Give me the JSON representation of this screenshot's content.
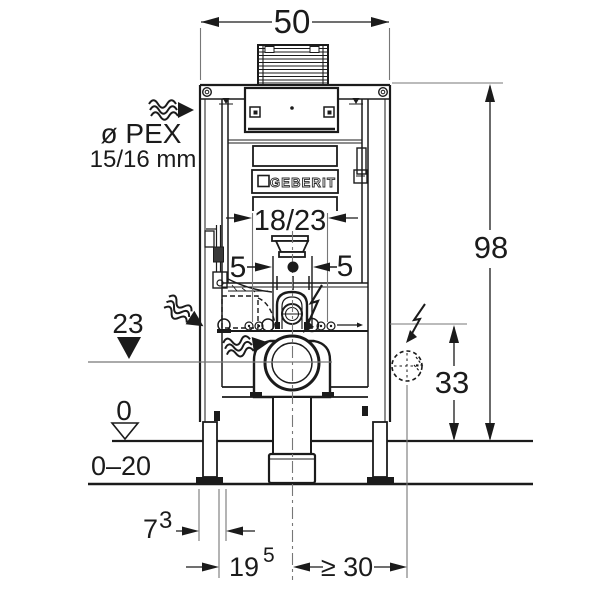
{
  "drawing": {
    "brand_logo": "GEBERIT"
  },
  "labels": {
    "width": "50",
    "pex1": "ø PEX",
    "pex2": "15/16 mm",
    "flush_pipe": "18/23",
    "left5": "5",
    "right5": "5",
    "outlet_height": "23",
    "floor_zero": "0",
    "floor_range": "0–20",
    "d73_base": "7",
    "d73_sup": "3",
    "d195_base": "19",
    "d195_sup": "5",
    "side_min": "≥ 30",
    "total_height": "98",
    "conn_height": "33"
  },
  "colors": {
    "ink": "#1b1b1b",
    "aid_gray": "#777777",
    "background": "#ffffff"
  }
}
